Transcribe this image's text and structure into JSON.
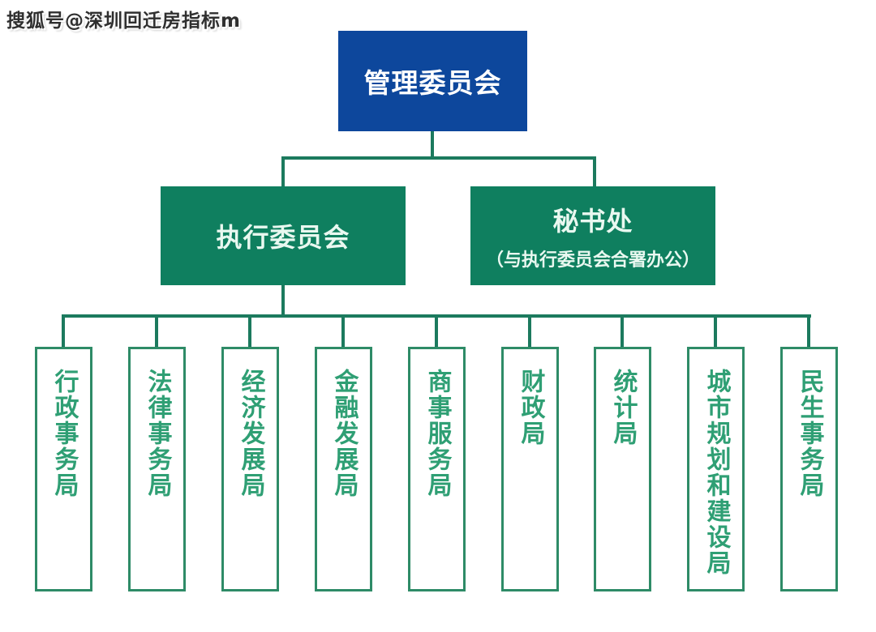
{
  "watermark": "搜狐号@深圳回迁房指标m",
  "colors": {
    "blue": "#0d479c",
    "green": "#0f7f5f",
    "line": "#1c7a5e",
    "deptBorder": "#2e8b67",
    "deptText": "#2f9f74",
    "level2Text": "#e9f8f0",
    "rootText": "#ffffff",
    "watermarkColor": "#2f2f2f"
  },
  "chart": {
    "root": {
      "label": "管理委员会"
    },
    "level2": {
      "executive": {
        "label": "执行委员会"
      },
      "secretariat": {
        "label": "秘书处",
        "sublabel": "（与执行委员会合署办公）"
      }
    },
    "departments": [
      "行政事务局",
      "法律事务局",
      "经济发展局",
      "金融发展局",
      "商事服务局",
      "财政局",
      "统计局",
      "城市规划和建设局",
      "民生事务局"
    ]
  }
}
